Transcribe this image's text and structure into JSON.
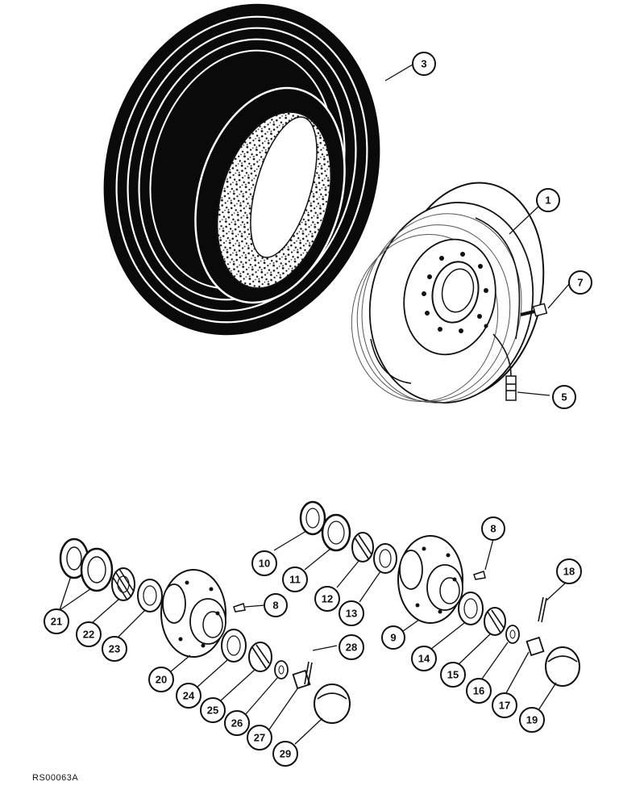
{
  "figure_id": "RS00063A",
  "callouts": [
    {
      "label": "3"
    },
    {
      "label": "1"
    },
    {
      "label": "7"
    },
    {
      "label": "5"
    },
    {
      "label": "10"
    },
    {
      "label": "11"
    },
    {
      "label": "12"
    },
    {
      "label": "13"
    },
    {
      "label": "8"
    },
    {
      "label": "18"
    },
    {
      "label": "21"
    },
    {
      "label": "22"
    },
    {
      "label": "23"
    },
    {
      "label": "8"
    },
    {
      "label": "9"
    },
    {
      "label": "14"
    },
    {
      "label": "15"
    },
    {
      "label": "16"
    },
    {
      "label": "17"
    },
    {
      "label": "19"
    },
    {
      "label": "20"
    },
    {
      "label": "24"
    },
    {
      "label": "25"
    },
    {
      "label": "26"
    },
    {
      "label": "27"
    },
    {
      "label": "28"
    },
    {
      "label": "29"
    }
  ]
}
